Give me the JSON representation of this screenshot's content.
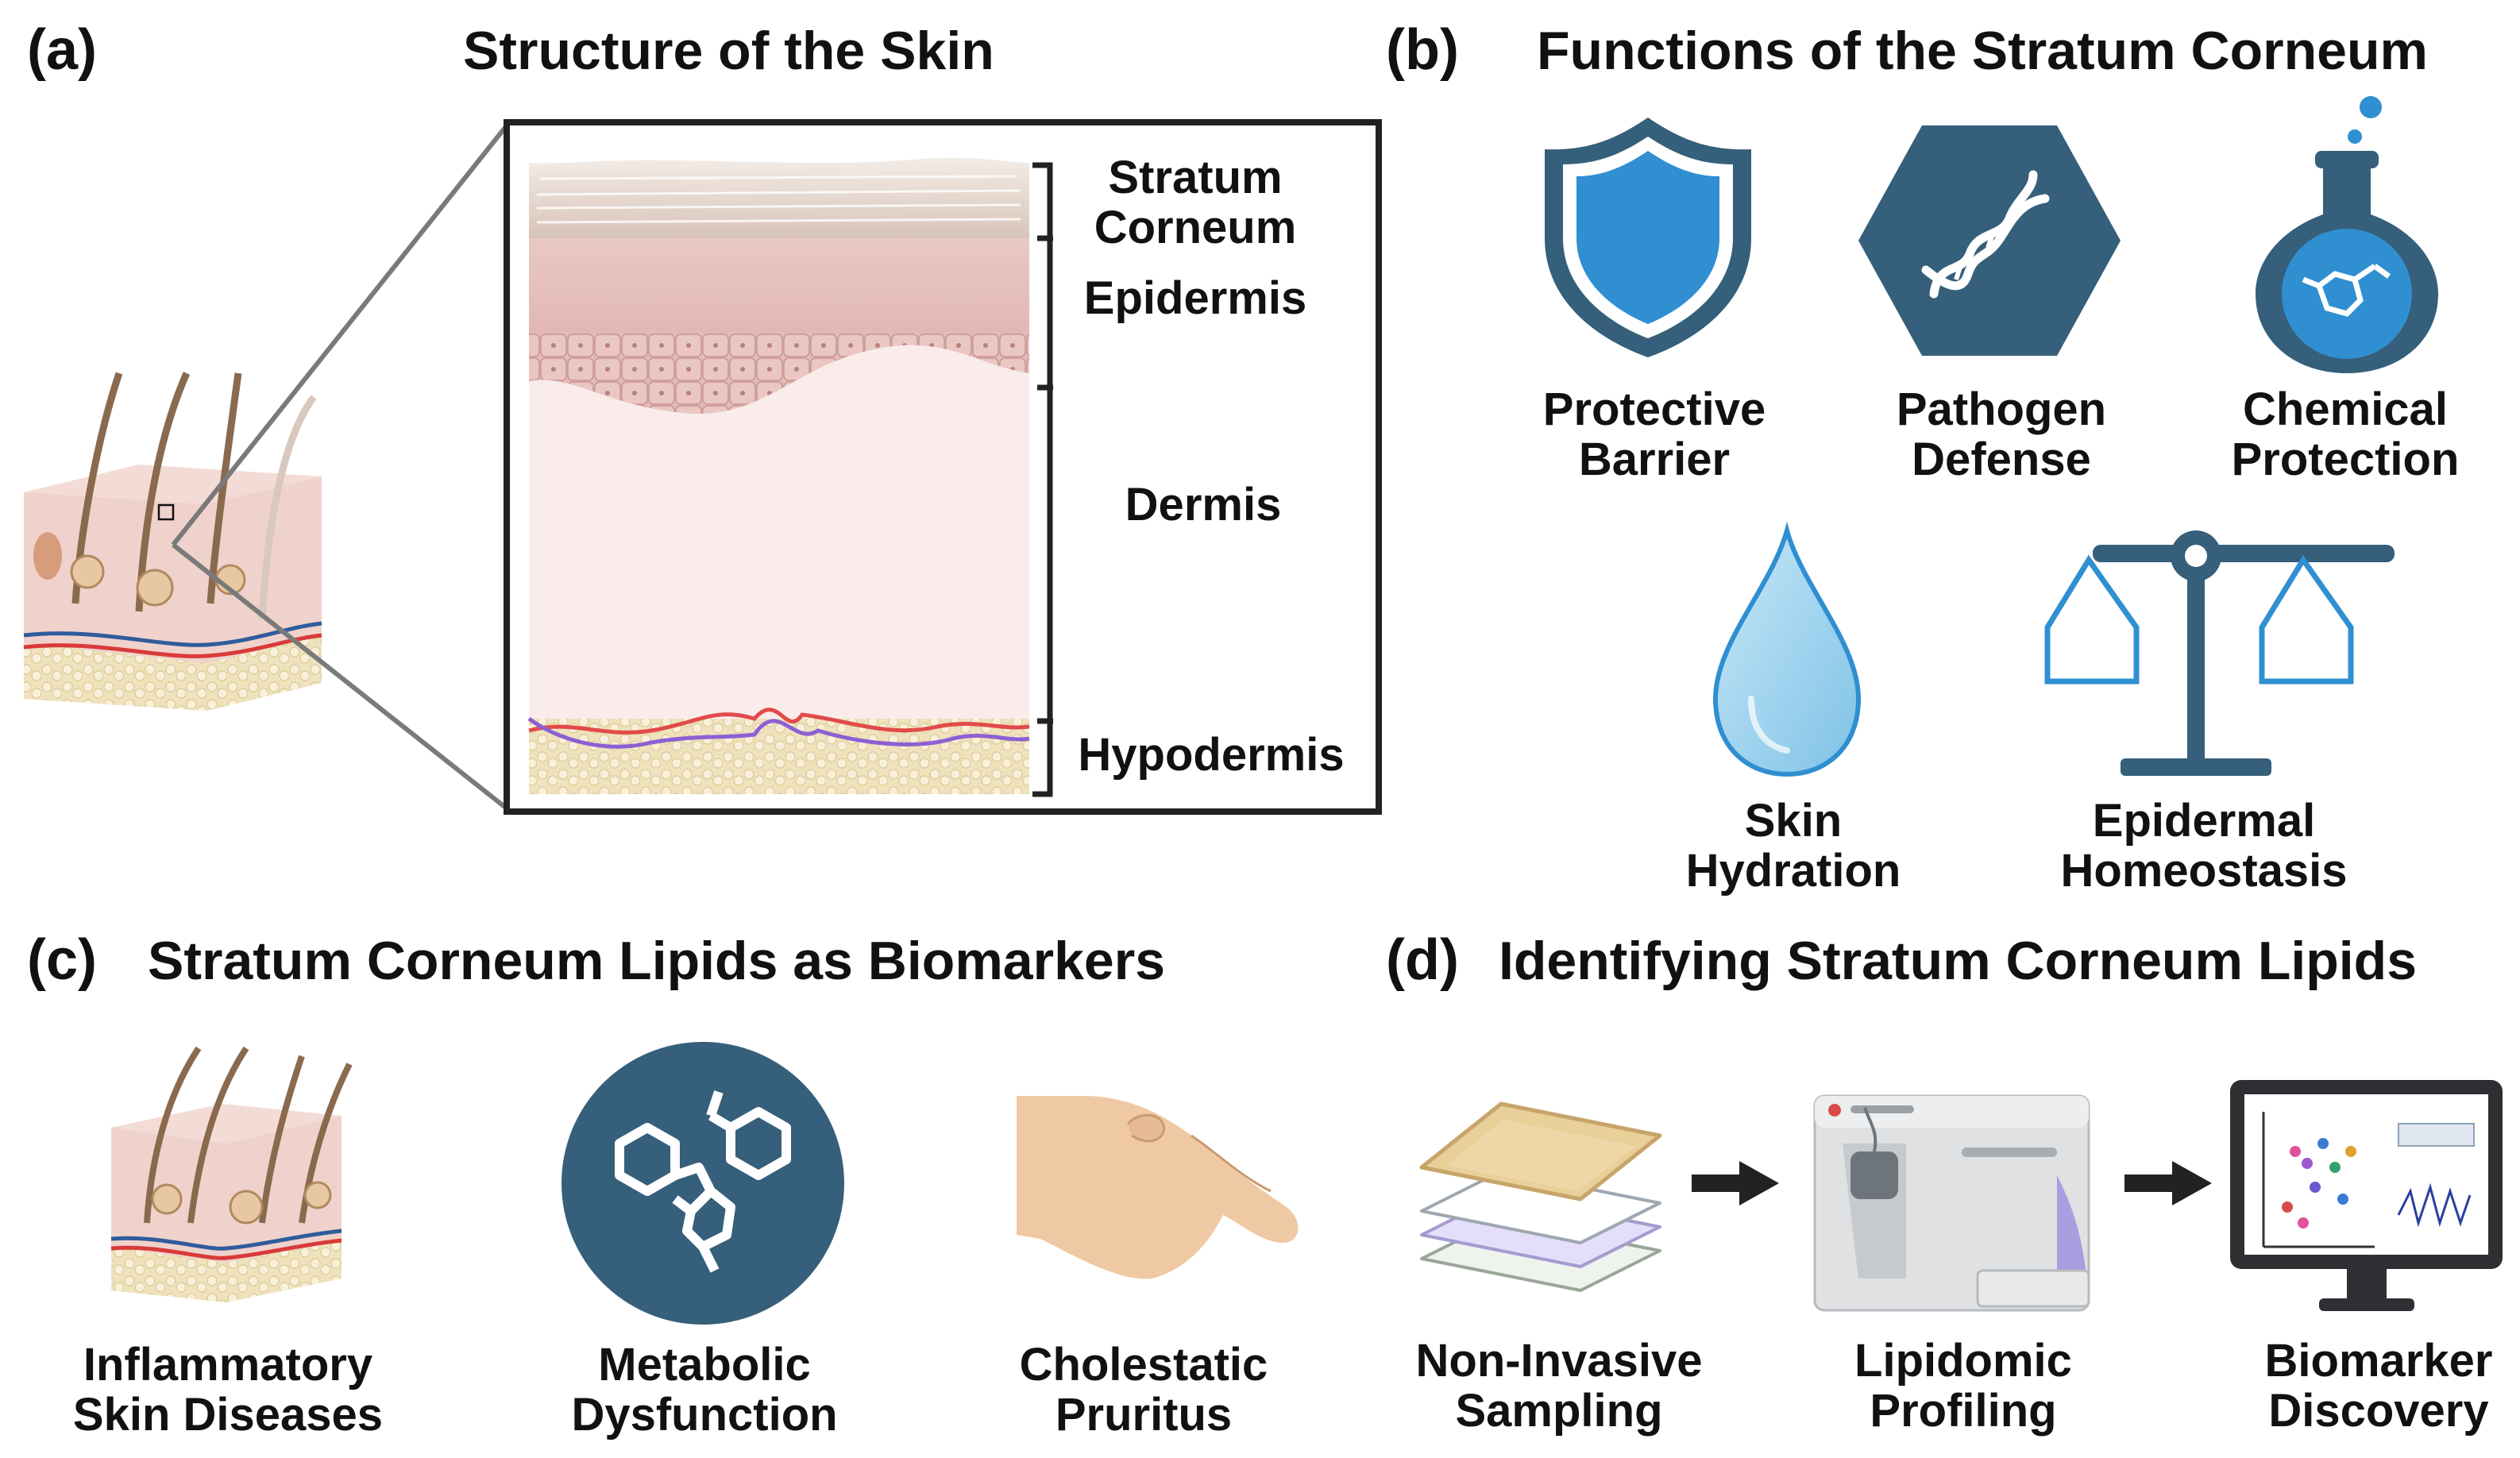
{
  "panels": {
    "a": {
      "letter": "(a)",
      "title": "Structure of the Skin",
      "layers": {
        "stratum_corneum": [
          "Stratum",
          "Corneum"
        ],
        "epidermis": "Epidermis",
        "dermis": "Dermis",
        "hypodermis": "Hypodermis"
      }
    },
    "b": {
      "letter": "(b)",
      "title": "Functions of the Stratum Corneum",
      "items": [
        {
          "line1": "Protective",
          "line2": "Barrier",
          "icon": "shield-icon"
        },
        {
          "line1": "Pathogen",
          "line2": "Defense",
          "icon": "pathogen-icon"
        },
        {
          "line1": "Chemical",
          "line2": "Protection",
          "icon": "flask-icon"
        },
        {
          "line1": "Skin",
          "line2": "Hydration",
          "icon": "water-drop-icon"
        },
        {
          "line1": "Epidermal",
          "line2": "Homeostasis",
          "icon": "balance-scale-icon"
        }
      ]
    },
    "c": {
      "letter": "(c)",
      "title": "Stratum Corneum Lipids as Biomarkers",
      "items": [
        {
          "line1": "Inflammatory",
          "line2": "Skin Diseases",
          "icon": "skin-block-icon"
        },
        {
          "line1": "Metabolic",
          "line2": "Dysfunction",
          "icon": "molecule-icon"
        },
        {
          "line1": "Cholestatic",
          "line2": "Pruritus",
          "icon": "scratching-hand-icon"
        }
      ]
    },
    "d": {
      "letter": "(d)",
      "title": "Identifying Stratum Corneum Lipids",
      "items": [
        {
          "line1": "Non-Invasive",
          "line2": "Sampling",
          "icon": "tape-strips-icon"
        },
        {
          "line1": "Lipidomic",
          "line2": "Profiling",
          "icon": "mass-spectrometer-icon"
        },
        {
          "line1": "Biomarker",
          "line2": "Discovery",
          "icon": "monitor-icon"
        }
      ]
    }
  },
  "colors": {
    "navy": "#355f7a",
    "blue": "#2f8fd1",
    "light_blue": "#9fd3ef",
    "skin": "#e7c2c0",
    "fat": "#f1e6c3"
  }
}
